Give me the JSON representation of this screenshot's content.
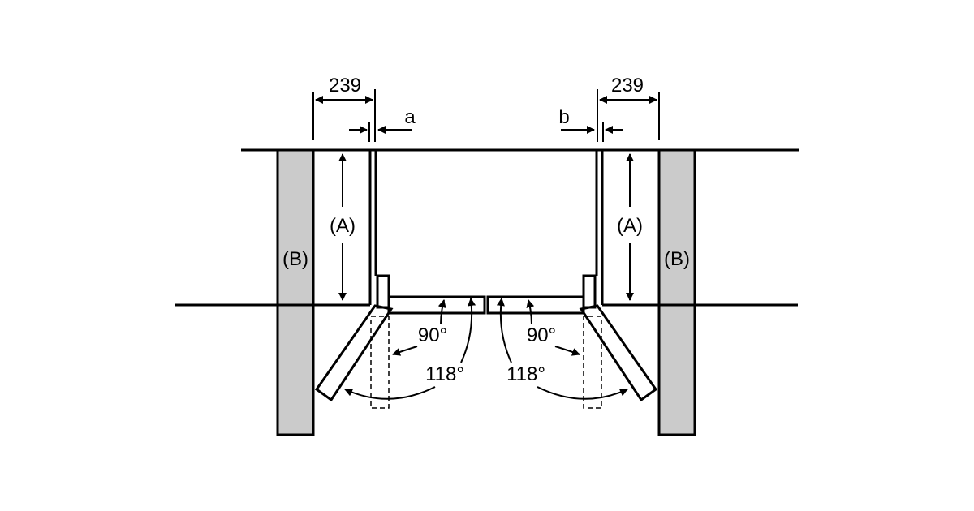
{
  "diagram": {
    "left": {
      "width_label": "239",
      "gap_label": "a",
      "clearance_label": "(A)",
      "wall_label": "(B)",
      "angle_90": "90°",
      "angle_118": "118°"
    },
    "right": {
      "width_label": "239",
      "gap_label": "b",
      "clearance_label": "(A)",
      "wall_label": "(B)",
      "angle_90": "90°",
      "angle_118": "118°"
    },
    "colors": {
      "wall": "#cbcbcb",
      "line": "#000000"
    }
  }
}
